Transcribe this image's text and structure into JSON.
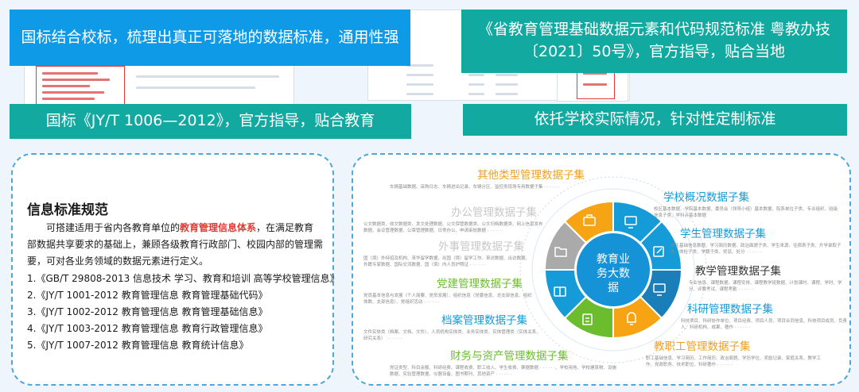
{
  "banners": {
    "top_left": "国标结合校标，梳理出真正可落地的数据标准，通用性强",
    "top_right": "《省教育管理基础数据元素和代码规范标准 粤教办技〔2021〕50号》，官方指导，贴合当地",
    "mid_left": "国标《JY/T 1006—2012》，官方指导，贴合教育",
    "mid_right": "依托学校实际情况，针对性定制标准"
  },
  "info": {
    "title": "信息标准规范",
    "desc_pre": "可搭建适用于省内各教育单位的",
    "desc_highlight": "教育管理信息体系",
    "desc_post": "，在满足教育部数据共享要求的基础上，兼顾各级教育行政部门、校园内部的管理需要，可对各业务领域的数据元素进行定义。",
    "standards": [
      "1.《GB/T 29808-2013 信息技术 学习、教育和培训 高等学校管理信息》",
      "2.《JY/T 1001-2012 教育管理信息 教育管理基础代码》",
      "3.《JY/T 1002-2012 教育管理信息 教育管理基础信息》",
      "4.《JY/T 1003-2012 教育管理信息 教育行政管理信息》",
      "5.《JY/T 1007-2012 教育管理信息 教育统计信息》"
    ]
  },
  "wheel": {
    "center": "教育业务大数据",
    "colors": {
      "green": "#6cbd2e",
      "blue": "#149bd8",
      "orange": "#f6a414",
      "gray": "#aaaaaa"
    }
  },
  "categories": [
    {
      "title": "其他类型管理数据子集",
      "color": "#f0a020",
      "desc": "车辆基础数据、采购日志、车辆进出记录、车辆分区、监控类现场专用数据子集 · · · · · ·"
    },
    {
      "title": "办公管理数据子集",
      "color": "#c8c8c8",
      "desc": "公文数据类、收文数据类、发文处理数据、公文保管数据类、公文归档数据类、网上信息发布数据、会议管理数据、公章管理数据、日常办公、申请审批数据 · · · · · ·"
    },
    {
      "title": "外事管理数据子集",
      "color": "#c8c8c8",
      "desc": "国（境）外特招及机构、来华留学数据、出国（境）留学工作、来访数据、出访数据、外籍专家数据、国际交流数据、国（境）内人员护照证 · · · · · ·"
    },
    {
      "title": "党建管理数据子集",
      "color": "#6cbd2e",
      "desc": "党员基本信息与发展（个人简要、党员发展）、组织信息（党委信息、总支部信息、组织体数、支部信息）、党组织活动 · · · · · ·"
    },
    {
      "title": "档案管理数据子集",
      "color": "#149bd8",
      "desc": "文件实体类（档案、文档、文件）、人员机构实体类、业务实体类、实体管理类（实体关系、研究关系） · · · · · ·"
    },
    {
      "title": "财务与资产管理数据子集",
      "color": "#6cbd2e",
      "desc": "党证类型、科目余额、科研经费、课程收费、职工收入、学生收费、票据数据 · · · · · ·、学校用地、学校建筑物、设施数据、实验管理数据、仪器设备、图书期刊、其他资产 · · · · · ·"
    },
    {
      "title": "学校概况数据子集",
      "color": "#149bd8",
      "desc": "校区基本数据、学院基本数据、委员会（领导小组）基本数据、院系单位子类、专业组织、班级信息子类、学科点基本数据"
    },
    {
      "title": "学生管理数据子集",
      "color": "#149bd8",
      "desc": "学生基础信息数据、学习简历数据、政治面貌子类、学生来源、住宿表子类、升学录取子类、体检子类、学籍子类、奖惩、处分 · · · · · ·"
    },
    {
      "title": "教学管理数据子集",
      "color": "#333333",
      "desc": "专业信息、课程数据、课程安排、课程教学班数据、计划课时、课程、学时、学分、评教考试、课程考勤 · · · · · ·"
    },
    {
      "title": "科研管理数据子集",
      "color": "#149bd8",
      "desc": "科技项目、科研协作单位、项目经费、项目人员、项目合同信息、科技项目成员、负责人、科研机构、成果、著作 · · · · · ·"
    },
    {
      "title": "教职工管理数据子集",
      "color": "#f0a020",
      "desc": "职工基础信息、学习简历、工作简历、政治面貌、学历学位、奖励记录、家庭关系、教学工作、党政职务、技术职位、科研著作 · · · · · ·"
    }
  ]
}
